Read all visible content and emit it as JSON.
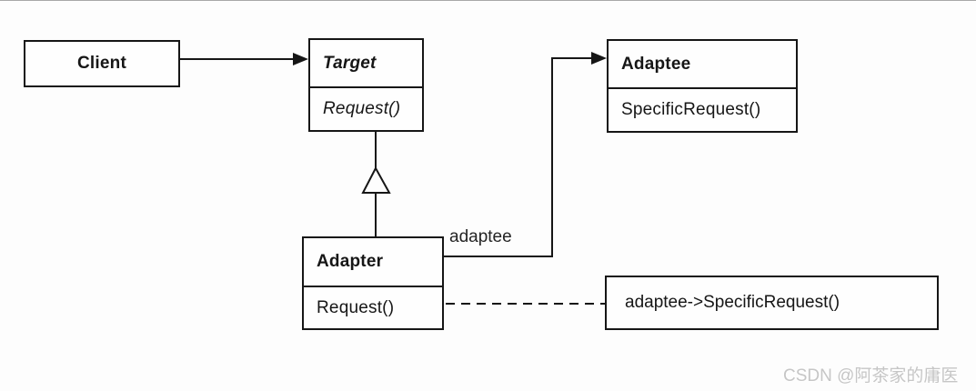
{
  "classes": {
    "client": {
      "name": "Client",
      "methods": []
    },
    "target": {
      "name": "Target",
      "abstract": true,
      "methods": [
        "Request()"
      ]
    },
    "adaptee": {
      "name": "Adaptee",
      "methods": [
        "SpecificRequest()"
      ]
    },
    "adapter": {
      "name": "Adapter",
      "methods": [
        "Request()"
      ]
    }
  },
  "relationships": {
    "client_to_target": "association",
    "adapter_to_target": "generalization",
    "adapter_to_adaptee_label": "adaptee"
  },
  "note": {
    "text": "adaptee->SpecificRequest()"
  },
  "watermark": {
    "text": "CSDN @阿茶家的庸医"
  },
  "colors": {
    "line": "#161616",
    "note_fold": "#a8a8a8",
    "watermark": "#c6c6c6",
    "background": "#fdfdfd"
  }
}
